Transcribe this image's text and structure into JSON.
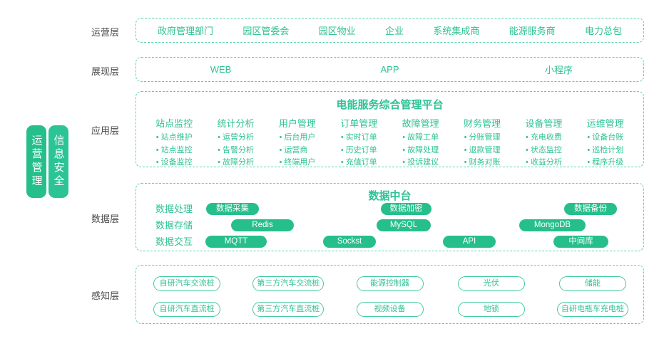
{
  "colors": {
    "accent_green": "#2ec294",
    "pill_green": "#26bf8c",
    "dashed_border": "#58d2aa",
    "label_gray": "#4a4a4a"
  },
  "side_banners": [
    {
      "label": "运营管理"
    },
    {
      "label": "信息安全"
    }
  ],
  "layers": {
    "operation": {
      "label": "运营层",
      "items": [
        "政府管理部门",
        "园区管委会",
        "园区物业",
        "企业",
        "系统集成商",
        "能源服务商",
        "电力总包"
      ]
    },
    "presentation": {
      "label": "展现层",
      "items": [
        "WEB",
        "APP",
        "小程序"
      ]
    },
    "application": {
      "label": "应用层",
      "title": "电能服务综合管理平台",
      "bullet": "•",
      "columns": [
        {
          "header": "站点监控",
          "items": [
            "站点维护",
            "站点监控",
            "设备监控"
          ]
        },
        {
          "header": "统计分析",
          "items": [
            "运营分析",
            "告警分析",
            "故障分析"
          ]
        },
        {
          "header": "用户管理",
          "items": [
            "后台用户",
            "运营商",
            "终端用户"
          ]
        },
        {
          "header": "订单管理",
          "items": [
            "实时订单",
            "历史订单",
            "充值订单"
          ]
        },
        {
          "header": "故障管理",
          "items": [
            "故障工单",
            "故障处理",
            "投诉建议"
          ]
        },
        {
          "header": "财务管理",
          "items": [
            "分账管理",
            "退款管理",
            "财务对账"
          ]
        },
        {
          "header": "设备管理",
          "items": [
            "充电收费",
            "状态监控",
            "收益分析"
          ]
        },
        {
          "header": "运维管理",
          "items": [
            "设备台账",
            "巡检计划",
            "程序升级"
          ]
        }
      ]
    },
    "data": {
      "label": "数据层",
      "title": "数据中台",
      "rows": [
        {
          "label": "数据处理",
          "pills": [
            "数据采集",
            "数据加密",
            "数据备份"
          ]
        },
        {
          "label": "数据存储",
          "pills": [
            "Redis",
            "MySQL",
            "MongoDB"
          ]
        },
        {
          "label": "数据交互",
          "pills": [
            "MQTT",
            "Sockst",
            "API",
            "中间库"
          ]
        }
      ]
    },
    "perception": {
      "label": "感知层",
      "rows": [
        [
          "自研汽车交流桩",
          "第三方汽车交流桩",
          "能源控制器",
          "光伏",
          "储能"
        ],
        [
          "自研汽车直流桩",
          "第三方汽车直流桩",
          "视频设备",
          "地锁",
          "自研电瓶车充电桩"
        ]
      ]
    }
  }
}
